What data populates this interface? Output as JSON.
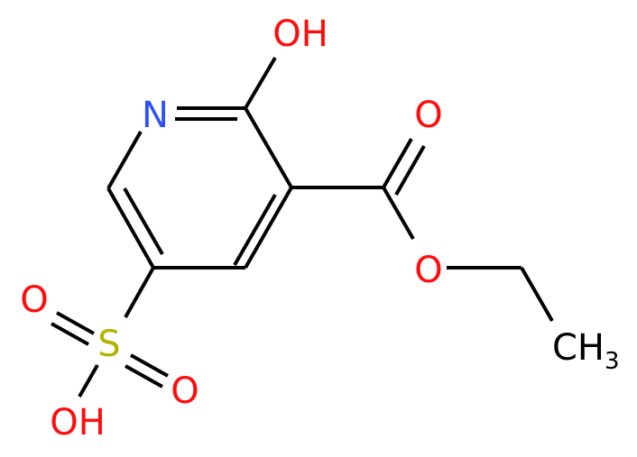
{
  "atoms": {
    "ring_n": {
      "text": "N",
      "color": "#3050F8"
    },
    "hydroxyl_oh": {
      "text": "OH",
      "color": "#FF0D0D"
    },
    "carbonyl_o": {
      "text": "O",
      "color": "#FF0D0D"
    },
    "ester_o": {
      "text": "O",
      "color": "#FF0D0D"
    },
    "methyl_ch": {
      "text": "CH",
      "color": "#000000"
    },
    "methyl_sub": {
      "text": "3",
      "color": "#000000"
    },
    "sulfur_s": {
      "text": "S",
      "color": "#B2B200"
    },
    "sulfonyl_o_left": {
      "text": "O",
      "color": "#FF0D0D"
    },
    "sulfonyl_o_right": {
      "text": "O",
      "color": "#FF0D0D"
    },
    "sulfonic_oh": {
      "text": "OH",
      "color": "#FF0D0D"
    }
  },
  "colors": {
    "bond": "#000000",
    "oxygen": "#FF0D0D",
    "nitrogen": "#3050F8",
    "sulfur": "#B2B200",
    "background": "#FFFFFF"
  }
}
